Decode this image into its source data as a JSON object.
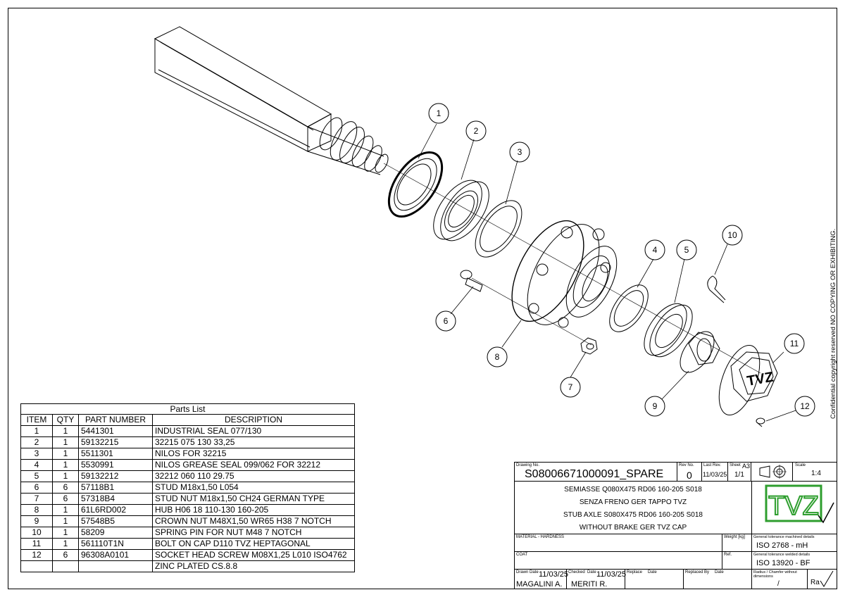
{
  "confidential": "Confidential copyright reserved NO COPYING OR EXHIBITING.",
  "balloons": [
    "1",
    "2",
    "3",
    "4",
    "5",
    "6",
    "7",
    "8",
    "9",
    "10",
    "11",
    "12"
  ],
  "parts_list": {
    "title": "Parts List",
    "headers": [
      "ITEM",
      "QTY",
      "PART NUMBER",
      "DESCRIPTION"
    ],
    "rows": [
      {
        "item": "1",
        "qty": "1",
        "part": "5441301",
        "desc": "INDUSTRIAL SEAL 077/130"
      },
      {
        "item": "2",
        "qty": "1",
        "part": "59132215",
        "desc": "32215 075 130 33,25"
      },
      {
        "item": "3",
        "qty": "1",
        "part": "5511301",
        "desc": "NILOS FOR 32215"
      },
      {
        "item": "4",
        "qty": "1",
        "part": "5530991",
        "desc": "NILOS GREASE SEAL 099/062  FOR 32212"
      },
      {
        "item": "5",
        "qty": "1",
        "part": "59132212",
        "desc": "32212 060 110 29.75"
      },
      {
        "item": "6",
        "qty": "6",
        "part": "57118B1",
        "desc": "STUD M18x1,50 L054"
      },
      {
        "item": "7",
        "qty": "6",
        "part": "57318B4",
        "desc": "STUD NUT M18x1,50 CH24 GERMAN TYPE"
      },
      {
        "item": "8",
        "qty": "1",
        "part": "61L6RD002",
        "desc": "HUB H06 18 110-130 160-205"
      },
      {
        "item": "9",
        "qty": "1",
        "part": "57548B5",
        "desc": "CROWN NUT M48X1,50 WR65 H38 7 NOTCH"
      },
      {
        "item": "10",
        "qty": "1",
        "part": "58209",
        "desc": "SPRING PIN FOR NUT M48 7 NOTCH"
      },
      {
        "item": "11",
        "qty": "1",
        "part": "561110T1N",
        "desc": "BOLT ON CAP D110 TVZ HEPTAGONAL"
      },
      {
        "item": "12",
        "qty": "6",
        "part": "96308A0101",
        "desc": "SOCKET HEAD SCREW M08X1,25 L010 ISO4762"
      }
    ],
    "extra_desc": "ZINC PLATED CS.8.8"
  },
  "title_block": {
    "drawing_no_label": "Drawing No.",
    "drawing_no": "S08006671000091_SPARE",
    "rev_label": "Rev No.",
    "rev": "0",
    "last_rev_label": "Last Rev.",
    "last_rev": "11/03/25",
    "sheet_label": "Sheet",
    "sheet_size": "A3",
    "sheet": "1/1",
    "scale_label": "Scale",
    "scale": "1:4",
    "desc_lines": [
      "SEMIASSE Q080X475 RD06 160-205 S018",
      "SENZA FRENO GER TAPPO TVZ",
      "STUB AXLE S080X475 RD06 160-205 S018",
      "WITHOUT BRAKE GER TVZ CAP"
    ],
    "material_label": "MATERIAL - HARDNESS",
    "weight_label": "Weight [kg]",
    "coat_label": "COAT",
    "ref_label": "Ref.",
    "tol_machined_label": "General tolerance machined details",
    "tol_machined": "ISO 2768 -    mH",
    "tol_welded_label": "General tolerance welded details",
    "tol_welded": "ISO 13920 -    BF",
    "radius_label": "Radius / Chamfer without dimensions",
    "radius_val": "/",
    "ra": "Ra",
    "drawn_label": "Drawn",
    "drawn_by": "MAGALINI A.",
    "date_label": "Date",
    "drawn_date": "11/03/25",
    "checked_label": "Checked",
    "checked_by": "MERITI R.",
    "checked_date": "11/03/25",
    "replace_label": "Replace",
    "replaced_by_label": "Replaced By",
    "logo": "TVZ"
  },
  "colors": {
    "logo_green": "#2e9e2e"
  }
}
